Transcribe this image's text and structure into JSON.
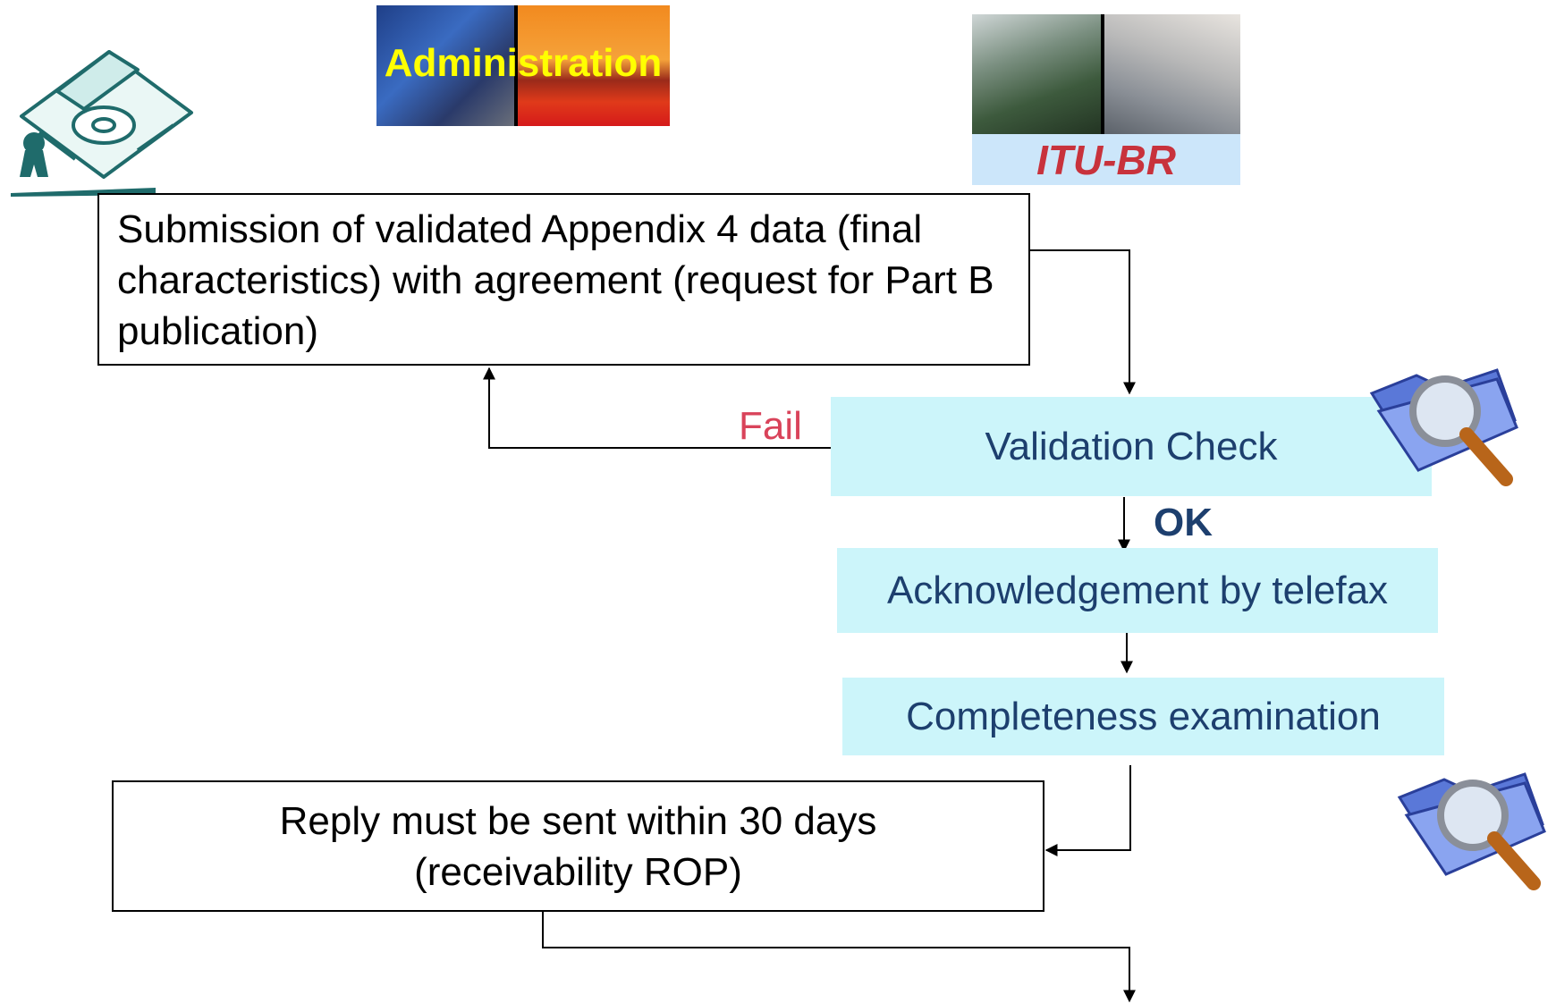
{
  "header": {
    "administration_label": "Administration",
    "itubr_label": "ITU-BR"
  },
  "steps": {
    "submission": "Submission of validated Appendix 4 data (final characteristics) with agreement (request for Part B publication)",
    "validation": "Validation Check",
    "acknowledgement": "Acknowledgement by telefax",
    "completeness": "Completeness examination",
    "reply_line1": "Reply must be sent within 30 days",
    "reply_line2": "(receivability ROP)"
  },
  "edges": {
    "fail": "Fail",
    "ok": "OK"
  },
  "colors": {
    "process_fill": "#ccf5fa",
    "process_text": "#1d3f6e",
    "fail_text": "#d9435a",
    "ok_text": "#1d3f6e",
    "admin_text": "#ffff00",
    "itubr_text": "#c8323c"
  },
  "icons": [
    "floppy-disk-clipart-icon",
    "folder-magnifier-icon",
    "folder-magnifier-icon"
  ]
}
